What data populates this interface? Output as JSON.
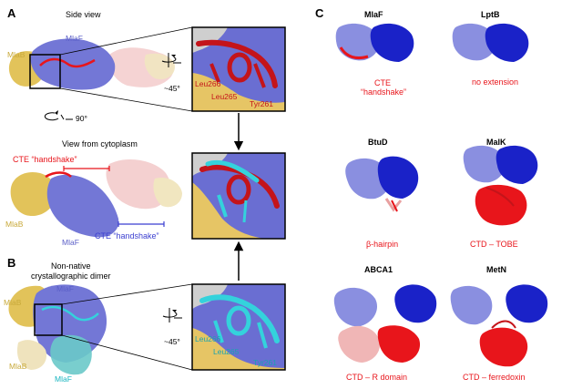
{
  "panels": {
    "a": {
      "letter": "A",
      "side_view_title": "Side view",
      "mlaf_label": "MlaF",
      "mlab_label": "MlaB",
      "angle_45": "~45°",
      "rotate_90": "90°",
      "zoom_residues": [
        "Leu266",
        "Leu265",
        "Tyr261"
      ],
      "cyto_title": "View from cytoplasm",
      "cte_handshake_red": "CTE “handshake”",
      "cte_handshake_blue": "CTE “handshake”",
      "mlab_label_2": "MlaB",
      "mlaf_label_2": "MlaF"
    },
    "b": {
      "letter": "B",
      "title_line1": "Non-native",
      "title_line2": "crystallographic dimer",
      "mlaf_top": "MlaF",
      "mlab_top": "MlaB",
      "mlab_bottom": "MlaB",
      "mlaf_bottom": "MlaF",
      "angle_45": "~45°",
      "zoom_residues": [
        "Leu266",
        "Leu265",
        "Tyr261"
      ]
    },
    "c": {
      "letter": "C",
      "proteins": [
        {
          "name": "MlaF",
          "caption": "CTE\n“handshake”"
        },
        {
          "name": "LptB",
          "caption": "no extension"
        },
        {
          "name": "BtuD",
          "caption": "β-hairpin"
        },
        {
          "name": "MalK",
          "caption": "CTD – TOBE"
        },
        {
          "name": "ABCA1",
          "caption": "CTD – R domain"
        },
        {
          "name": "MetN",
          "caption": "CTD – ferredoxin"
        }
      ]
    }
  },
  "colors": {
    "mlab_yellow": "#e2c35a",
    "mlaf_blue": "#7377d6",
    "cte_red": "#e8151b",
    "cyan": "#34d2dc",
    "dark_blue": "#1a22c8",
    "light_blue": "#8a8fe0"
  }
}
